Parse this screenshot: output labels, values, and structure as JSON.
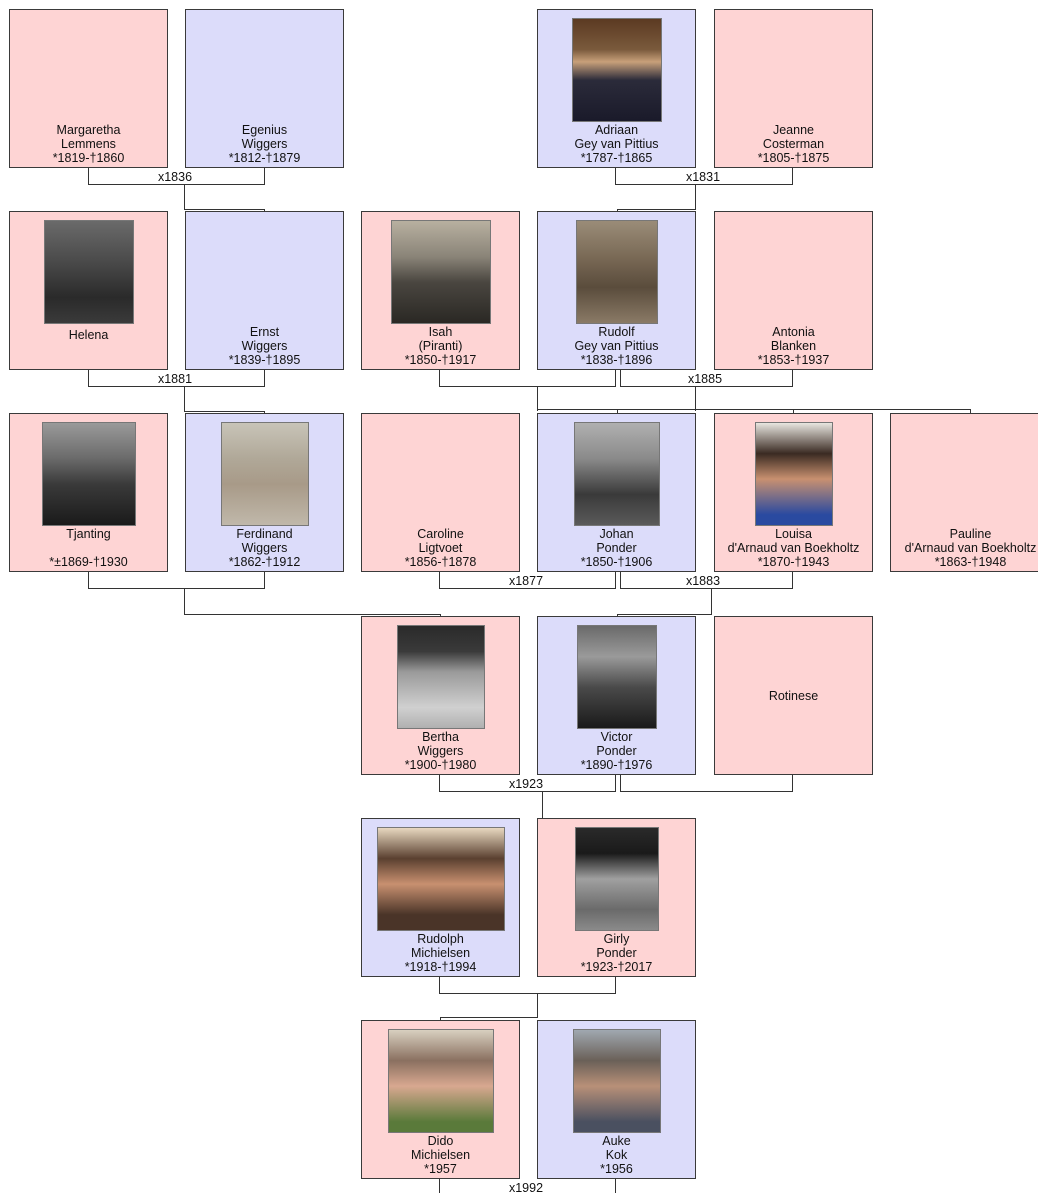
{
  "people": {
    "margaretha": {
      "first": "Margaretha",
      "last": "Lemmens",
      "dates": "*1819-†1860"
    },
    "egenius": {
      "first": "Egenius",
      "last": "Wiggers",
      "dates": "*1812-†1879"
    },
    "adriaan": {
      "first": "Adriaan",
      "last": "Gey van Pittius",
      "dates": "*1787-†1865"
    },
    "jeanne": {
      "first": "Jeanne",
      "last": "Costerman",
      "dates": "*1805-†1875"
    },
    "helena": {
      "first": "Helena"
    },
    "ernst": {
      "first": "Ernst",
      "last": "Wiggers",
      "dates": "*1839-†1895"
    },
    "isah": {
      "first": "Isah",
      "last": "(Piranti)",
      "dates": "*1850-†1917"
    },
    "rudolf": {
      "first": "Rudolf",
      "last": "Gey van Pittius",
      "dates": "*1838-†1896"
    },
    "antonia": {
      "first": "Antonia",
      "last": "Blanken",
      "dates": "*1853-†1937"
    },
    "tjanting": {
      "first": "Tjanting",
      "dates": "*±1869-†1930"
    },
    "ferdinand": {
      "first": "Ferdinand",
      "last": "Wiggers",
      "dates": "*1862-†1912"
    },
    "caroline": {
      "first": "Caroline",
      "last": "Ligtvoet",
      "dates": "*1856-†1878"
    },
    "johan": {
      "first": "Johan",
      "last": "Ponder",
      "dates": "*1850-†1906"
    },
    "louisa": {
      "first": "Louisa",
      "last": "d'Arnaud van Boekholtz",
      "dates": "*1870-†1943"
    },
    "pauline": {
      "first": "Pauline",
      "last": "d'Arnaud van Boekholtz",
      "dates": "*1863-†1948"
    },
    "bertha": {
      "first": "Bertha",
      "last": "Wiggers",
      "dates": "*1900-†1980"
    },
    "victor": {
      "first": "Victor",
      "last": "Ponder",
      "dates": "*1890-†1976"
    },
    "rotinese": {
      "first": "Rotinese"
    },
    "rudolph": {
      "first": "Rudolph",
      "last": "Michielsen",
      "dates": "*1918-†1994"
    },
    "girly": {
      "first": "Girly",
      "last": "Ponder",
      "dates": "*1923-†2017"
    },
    "dido": {
      "first": "Dido",
      "last": "Michielsen",
      "dates": "*1957"
    },
    "auke": {
      "first": "Auke",
      "last": "Kok",
      "dates": "*1956"
    }
  },
  "marriages": {
    "m1836": "x1836",
    "m1831": "x1831",
    "m1881": "x1881",
    "m1885": "x1885",
    "m1877": "x1877",
    "m1883": "x1883",
    "m1923": "x1923",
    "m1992": "x1992"
  },
  "colors": {
    "female": "#fed4d4",
    "male": "#dcdcfa",
    "border": "#3a3a3a",
    "line": "#333333"
  }
}
